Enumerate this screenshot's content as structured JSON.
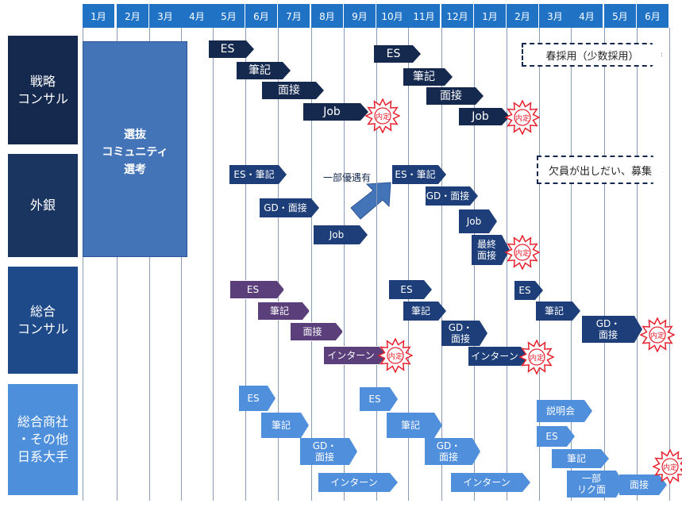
{
  "months": [
    "1月",
    "2月",
    "3月",
    "4月",
    "5月",
    "6月",
    "7月",
    "8月",
    "9月",
    "10月",
    "11月",
    "12月",
    "1月",
    "2月",
    "3月",
    "4月",
    "5月",
    "6月"
  ],
  "rows": [
    {
      "label": "戦略\nコンサル",
      "color": "#15294f"
    },
    {
      "label": "外銀",
      "color": "#1b3561"
    },
    {
      "label": "総合\nコンサル",
      "color": "#1e4a8a"
    },
    {
      "label": "総合商社\n・その他\n日系大手",
      "color": "#4e8fdc"
    }
  ],
  "selection_box": "選抜\nコミュニティ\n選考",
  "notes": {
    "spring_hiring": "春採用（少数採用）",
    "vacancy": "欠員が出しだい、募集",
    "priority": "一部優遇有"
  },
  "stamp_text": "内定",
  "colors": {
    "header": "#1f72c4",
    "strategy": "#15294f",
    "bank": "#1d3e78",
    "consult_purple": "#5a3f7a",
    "trading": "#4f8fdc",
    "stamp": "#e8212e"
  },
  "steps": {
    "s1": "ES",
    "s2": "筆記",
    "s3": "面接",
    "s4": "Job",
    "s5": "ES",
    "s6": "筆記",
    "s7": "面接",
    "s8": "Job",
    "b1": "ES・筆記",
    "b2": "GD・面接",
    "b3": "Job",
    "b4": "ES・筆記",
    "b5": "GD・面接",
    "b6": "Job",
    "b7": "最終\n面接",
    "c1": "ES",
    "c2": "筆記",
    "c3": "面接",
    "c4": "インターン",
    "c5": "ES",
    "c6": "筆記",
    "c7": "GD・\n面接",
    "c8": "インターン",
    "c9": "ES",
    "c10": "筆記",
    "c11": "GD・\n面接",
    "t1": "ES",
    "t2": "筆記",
    "t3": "GD・\n面接",
    "t4": "インターン",
    "t5": "ES",
    "t6": "筆記",
    "t7": "GD・\n面接",
    "t8": "インターン",
    "t9": "説明会",
    "t10": "ES",
    "t11": "筆記",
    "t12": "一部\nリク面",
    "t13": "面接"
  }
}
